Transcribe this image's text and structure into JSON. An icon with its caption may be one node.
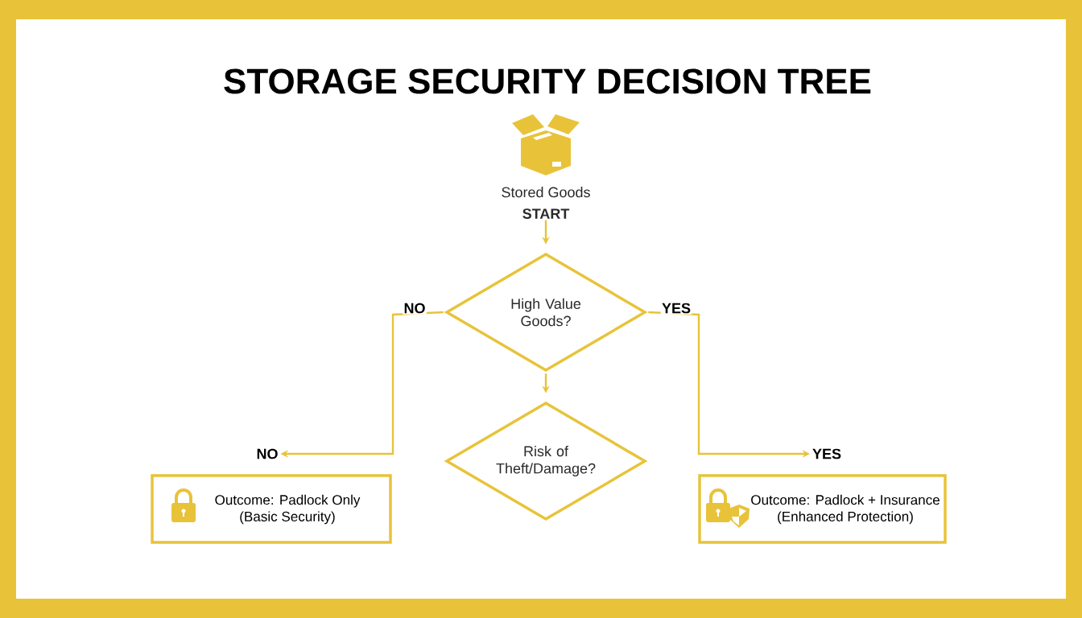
{
  "diagram": {
    "title": "STORAGE SECURITY DECISION TREE",
    "nodes": [
      {
        "text": [
          "Stored Goods",
          "START"
        ]
      },
      {
        "text": [
          "High Value Goods?"
        ]
      },
      {
        "text": [
          "Risk of Theft/Damage?"
        ]
      },
      {
        "text": [
          "NO"
        ]
      },
      {
        "text": [
          "YES"
        ]
      },
      {
        "text": [
          "Outcome: Padlock Only",
          "(Basic Security)"
        ]
      },
      {
        "text": [
          "Outcome: Padlock + Insurance",
          "(Enhanced Protection)"
        ]
      }
    ],
    "edges": [
      {
        "from": 0,
        "to": 1,
        "arrow": "to"
      },
      {
        "from": 1,
        "to": 2,
        "arrow": "to"
      },
      {
        "from": 1,
        "to": 3,
        "arrow": "to",
        "label": "NO"
      },
      {
        "from": 1,
        "to": 4,
        "arrow": "to",
        "label": "YES"
      }
    ]
  }
}
